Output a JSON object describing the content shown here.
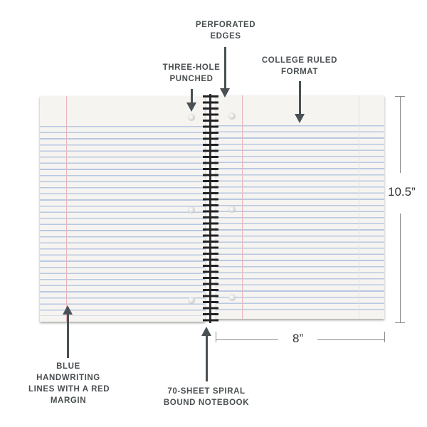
{
  "diagram": {
    "subject": "Spiral notebook",
    "callouts": {
      "perforated": "PERFORATED\nEDGES",
      "three_hole": "THREE-HOLE\nPUNCHED",
      "college_ruled": "COLLEGE RULED\nFORMAT",
      "blue_lines": "BLUE\nHANDWRITING\nLINES WITH A RED\nMARGIN",
      "spiral_bound": "70-SHEET SPIRAL\nBOUND NOTEBOOK"
    },
    "dimensions": {
      "height": "10.5”",
      "width": "8”"
    },
    "colors": {
      "arrow": "#4a5155",
      "rule_line": "#b8c8e2",
      "margin_line": "#eab3bd",
      "paper": "#f6f4f1"
    }
  }
}
